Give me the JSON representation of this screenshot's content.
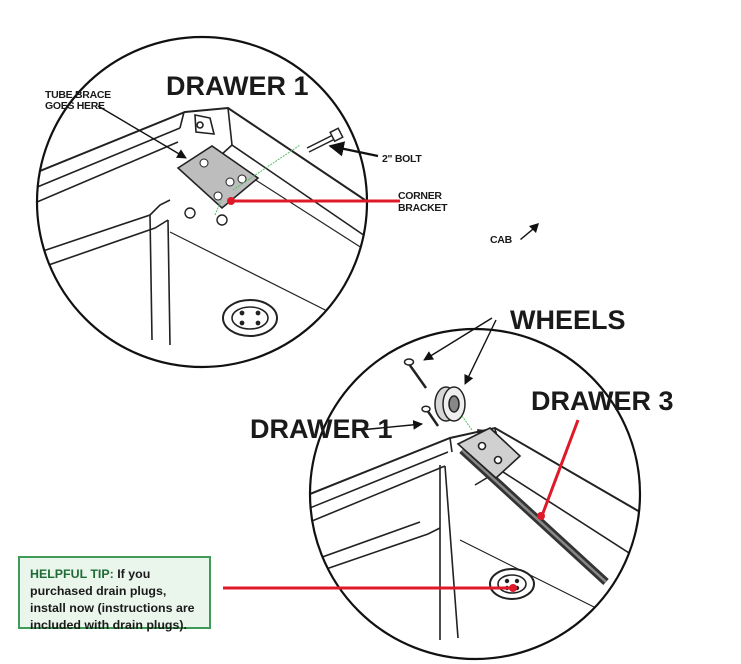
{
  "labels": {
    "drawer1_top": "DRAWER 1",
    "tube_brace_line1": "TUBE BRACE",
    "tube_brace_line2": "GOES HERE",
    "bolt": "2\" BOLT",
    "corner_bracket_line1": "CORNER",
    "corner_bracket_line2": "BRACKET",
    "cab": "CAB",
    "wheels": "WHEELS",
    "drawer3": "DRAWER 3",
    "drawer1_bottom": "DRAWER 1"
  },
  "tip": {
    "heading": "HELPFUL TIP:",
    "text": "If you purchased drain plugs, install now (instructions are included with drain plugs)."
  },
  "colors": {
    "leader_red": "#e0192a",
    "tip_border": "#3f9b57",
    "tip_fill": "#eaf5ec",
    "ink": "#1a1a1a"
  }
}
